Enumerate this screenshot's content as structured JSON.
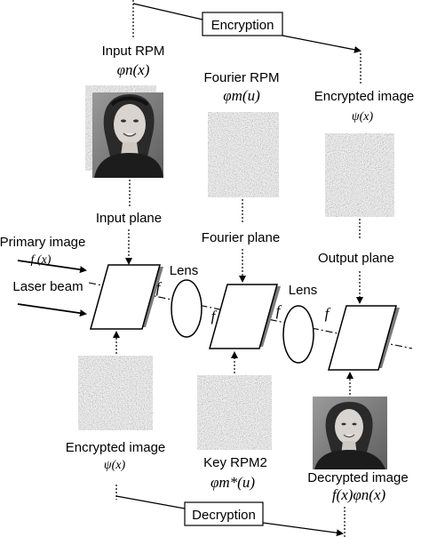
{
  "process": {
    "encryption_label": "Encryption",
    "decryption_label": "Decryption"
  },
  "labels": {
    "input_rpm": "Input RPM",
    "input_rpm_symbol": "φn(x)",
    "fourier_rpm": "Fourier RPM",
    "fourier_rpm_symbol": "φm(u)",
    "encrypted_image_top": "Encrypted image",
    "encrypted_image_top_symbol": "ψ(x)",
    "input_plane": "Input plane",
    "fourier_plane": "Fourier plane",
    "output_plane": "Output plane",
    "primary_image": "Primary image",
    "primary_image_symbol": "f (x)",
    "laser_beam": "Laser beam",
    "lens_1": "Lens",
    "lens_2": "Lens",
    "focal_symbol": "f",
    "encrypted_image_bottom": "Encrypted image",
    "encrypted_image_bottom_symbol": "ψ(x)",
    "key_rpm2": "Key RPM2",
    "key_rpm2_symbol": "φm*(u)",
    "decrypted_image": "Decrypted image",
    "decrypted_image_symbol": "f(x)φn(x)"
  },
  "colors": {
    "line": "#000000",
    "noise_base": "#8a8a8a",
    "plate_shadow": "#7a7a7a"
  },
  "icons": {
    "portrait_input": "portrait-photo",
    "portrait_decrypted": "portrait-photo",
    "noise": "random-phase-mask"
  }
}
